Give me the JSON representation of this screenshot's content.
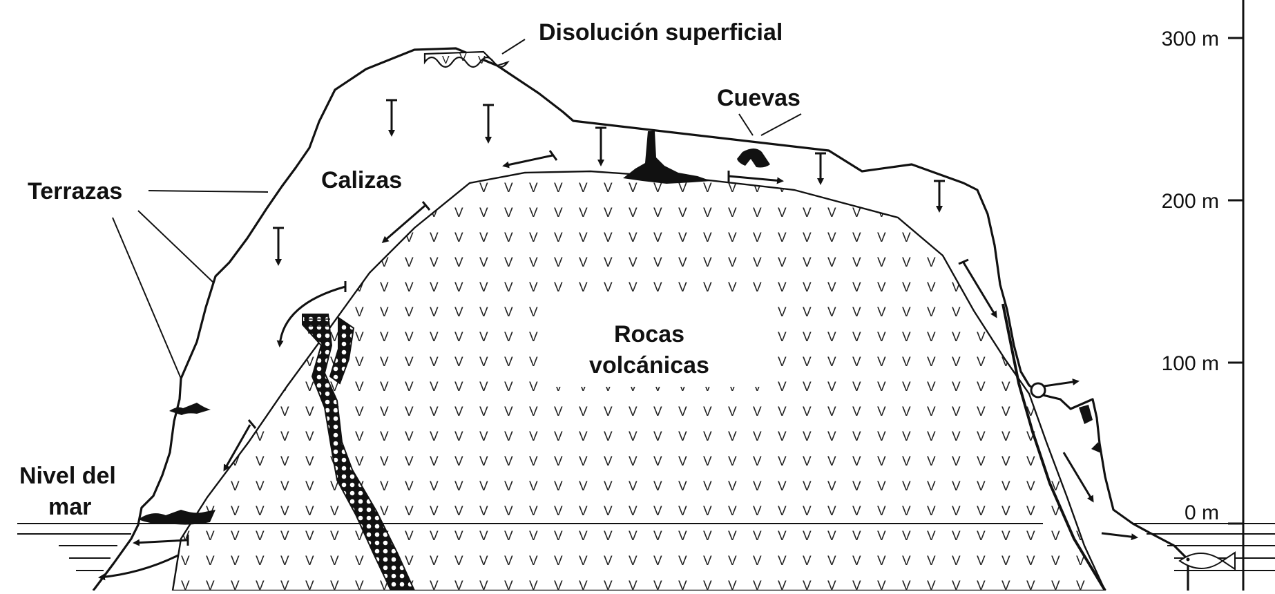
{
  "labels": {
    "surface_dissolution": "Disolución superficial",
    "caves": "Cuevas",
    "terraces": "Terrazas",
    "limestones": "Calizas",
    "volcanic_rocks_line1": "Rocas",
    "volcanic_rocks_line2": "volcánicas",
    "sea_level_line1": "Nivel del",
    "sea_level_line2": "mar"
  },
  "scale": {
    "ticks": [
      "300 m",
      "200 m",
      "100 m",
      "0  m"
    ]
  },
  "icons": [
    "fish-icon",
    "flow-arrow-icon",
    "karst-pattern"
  ]
}
